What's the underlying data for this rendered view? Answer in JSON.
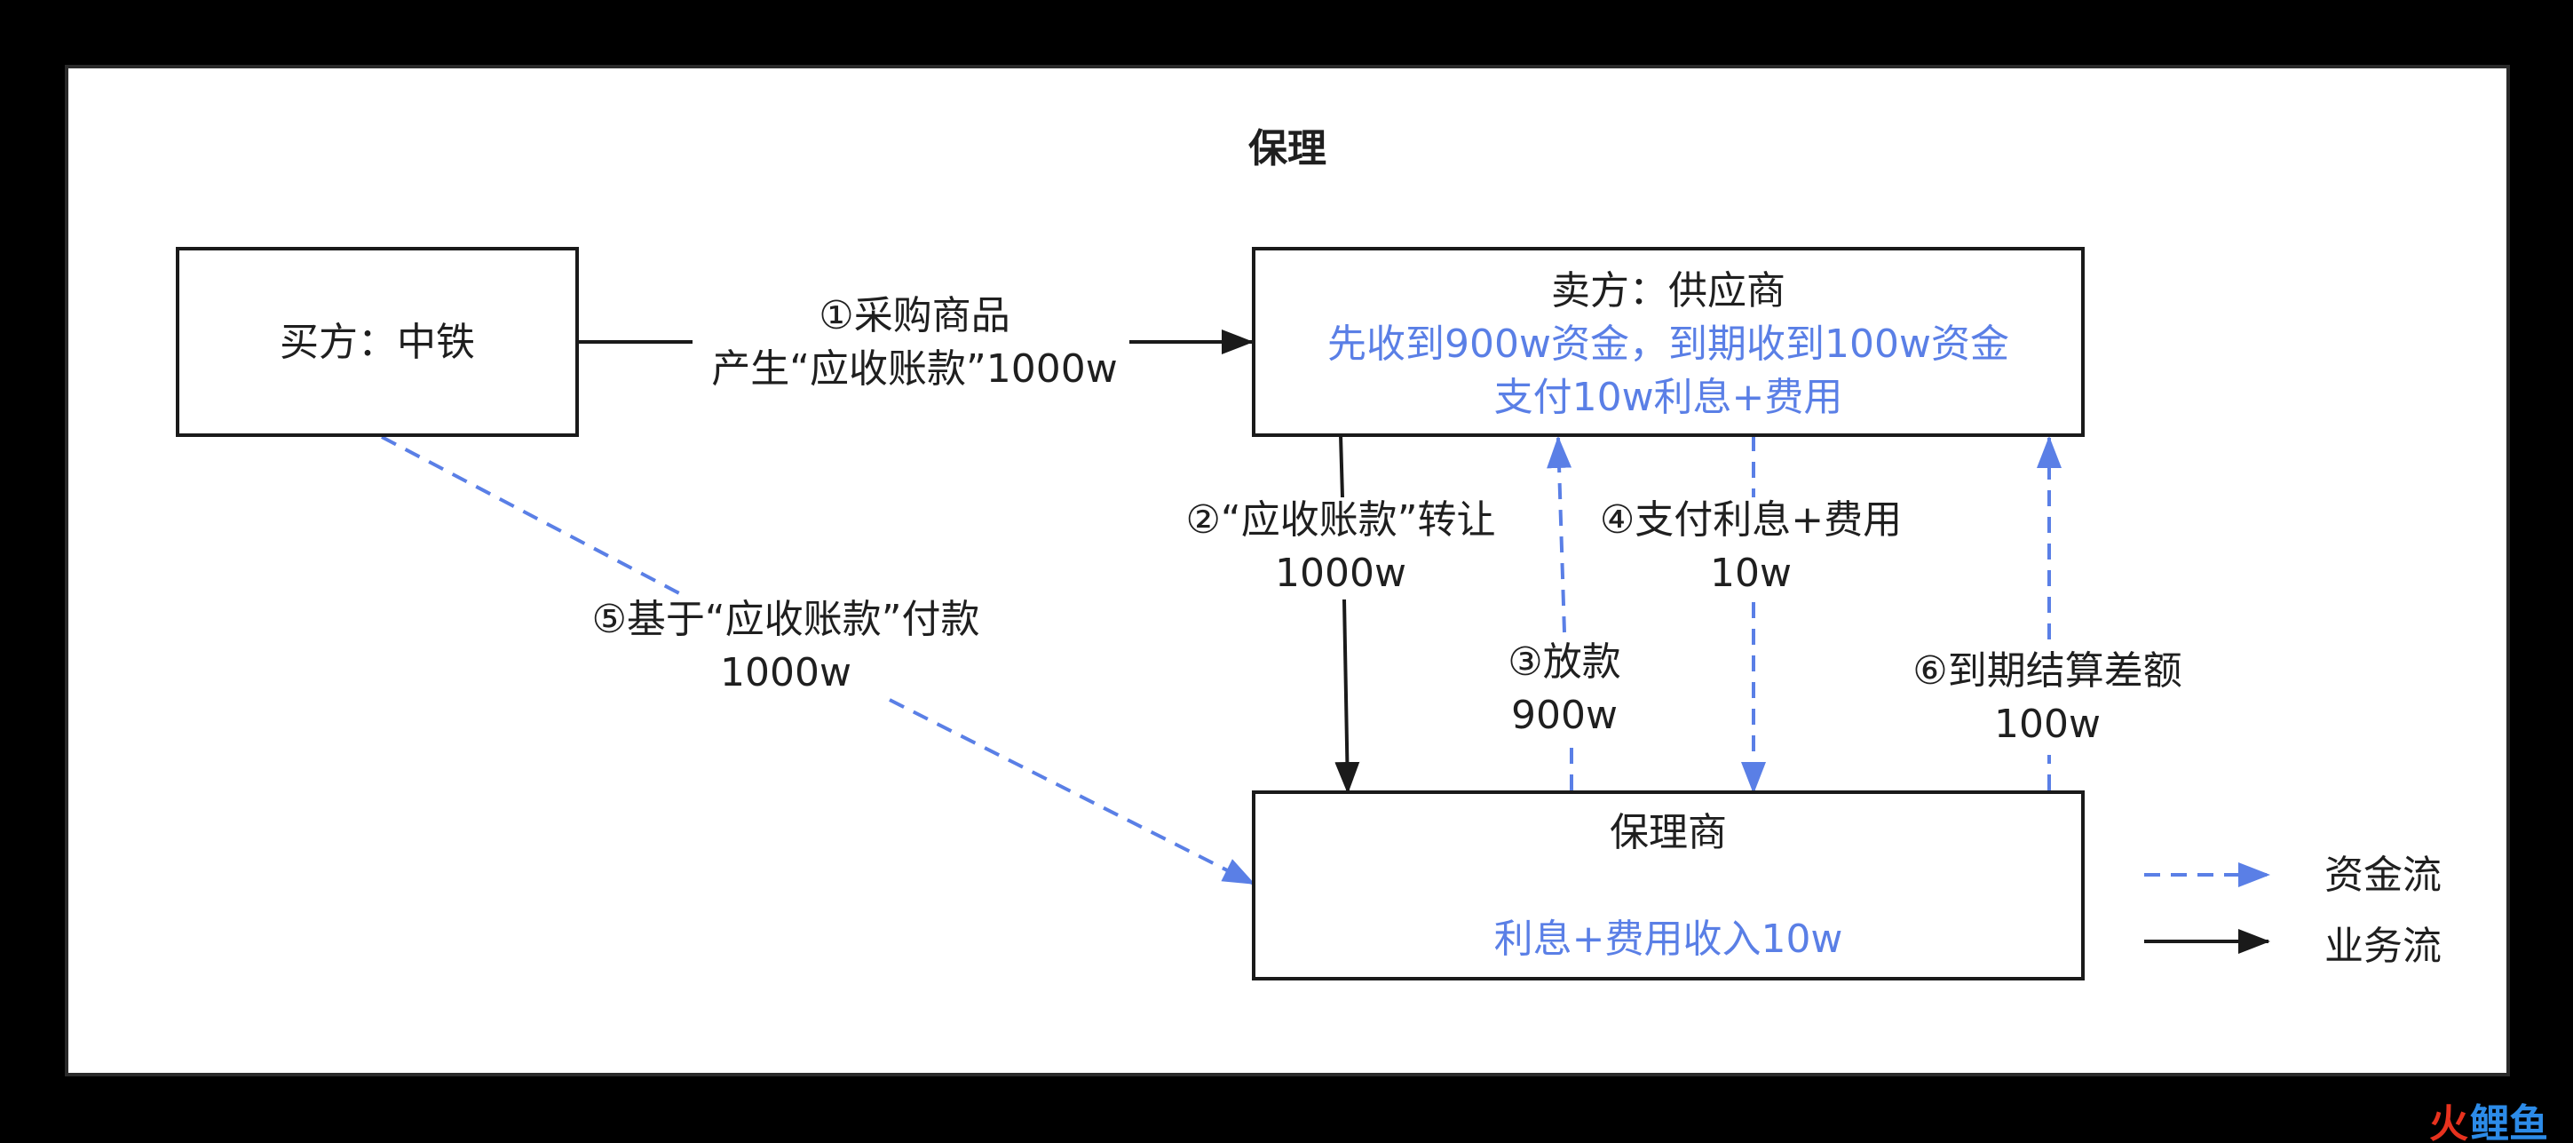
{
  "title": "保理",
  "nodes": {
    "buyer": {
      "label": "买方：中铁"
    },
    "seller": {
      "label": "卖方：供应商",
      "note_line1": "先收到900w资金，到期收到100w资金",
      "note_line2": "支付10w利息+费用"
    },
    "factor": {
      "label": "保理商",
      "note": "利息+费用收入10w"
    }
  },
  "edges": {
    "e1": {
      "line1": "①采购商品",
      "line2": "产生“应收账款”1000w",
      "type": "business"
    },
    "e2": {
      "line1": "②“应收账款”转让",
      "line2": "1000w",
      "type": "business"
    },
    "e3": {
      "line1": "③放款",
      "line2": "900w",
      "type": "fund"
    },
    "e4": {
      "line1": "④支付利息+费用",
      "line2": "10w",
      "type": "fund"
    },
    "e5": {
      "line1": "⑤基于“应收账款”付款",
      "line2": "1000w",
      "type": "fund"
    },
    "e6": {
      "line1": "⑥到期结算差额",
      "line2": "100w",
      "type": "fund"
    }
  },
  "legend": {
    "fund_flow": "资金流",
    "business_flow": "业务流"
  },
  "colors": {
    "fund_flow": "#5a7fe6",
    "business_flow": "#1a1a1a"
  },
  "watermark": {
    "part1": "火",
    "part2": "鲤鱼"
  }
}
